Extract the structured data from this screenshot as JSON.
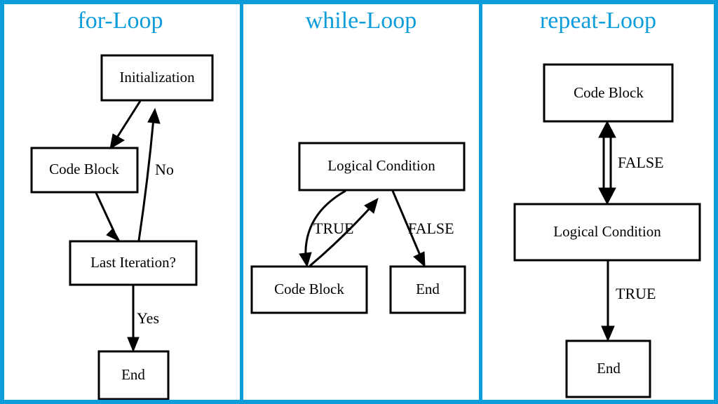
{
  "figure": {
    "border_color": "#0d9ddb",
    "title_color": "#0d9ddb",
    "background": "#ffffff",
    "stroke_color": "#000000"
  },
  "panels": [
    {
      "id": "for-loop",
      "title": "for-Loop",
      "nodes": [
        {
          "id": "init",
          "label": "Initialization"
        },
        {
          "id": "code",
          "label": "Code Block"
        },
        {
          "id": "cond",
          "label": "Last Iteration?"
        },
        {
          "id": "end",
          "label": "End"
        }
      ],
      "edges": [
        {
          "from": "init",
          "to": "code",
          "label": ""
        },
        {
          "from": "code",
          "to": "cond",
          "label": ""
        },
        {
          "from": "cond",
          "to": "init",
          "label": "No"
        },
        {
          "from": "cond",
          "to": "end",
          "label": "Yes"
        }
      ]
    },
    {
      "id": "while-loop",
      "title": "while-Loop",
      "nodes": [
        {
          "id": "cond",
          "label": "Logical Condition"
        },
        {
          "id": "code",
          "label": "Code Block"
        },
        {
          "id": "end",
          "label": "End"
        }
      ],
      "edges": [
        {
          "from": "cond",
          "to": "code",
          "label": "TRUE"
        },
        {
          "from": "code",
          "to": "cond",
          "label": ""
        },
        {
          "from": "cond",
          "to": "end",
          "label": "FALSE"
        }
      ]
    },
    {
      "id": "repeat-loop",
      "title": "repeat-Loop",
      "nodes": [
        {
          "id": "code",
          "label": "Code Block"
        },
        {
          "id": "cond",
          "label": "Logical Condition"
        },
        {
          "id": "end",
          "label": "End"
        }
      ],
      "edges": [
        {
          "from": "code",
          "to": "cond",
          "label": "FALSE"
        },
        {
          "from": "cond",
          "to": "code",
          "label": ""
        },
        {
          "from": "cond",
          "to": "end",
          "label": "TRUE"
        }
      ]
    }
  ],
  "labels": {
    "for": {
      "title": "for-Loop",
      "initialization": "Initialization",
      "code_block": "Code Block",
      "last_iteration": "Last Iteration?",
      "end": "End",
      "no": "No",
      "yes": "Yes"
    },
    "while": {
      "title": "while-Loop",
      "logical_condition": "Logical Condition",
      "code_block": "Code Block",
      "end": "End",
      "true": "TRUE",
      "false": "FALSE"
    },
    "repeat": {
      "title": "repeat-Loop",
      "code_block": "Code Block",
      "logical_condition": "Logical Condition",
      "end": "End",
      "false": "FALSE",
      "true": "TRUE"
    }
  }
}
